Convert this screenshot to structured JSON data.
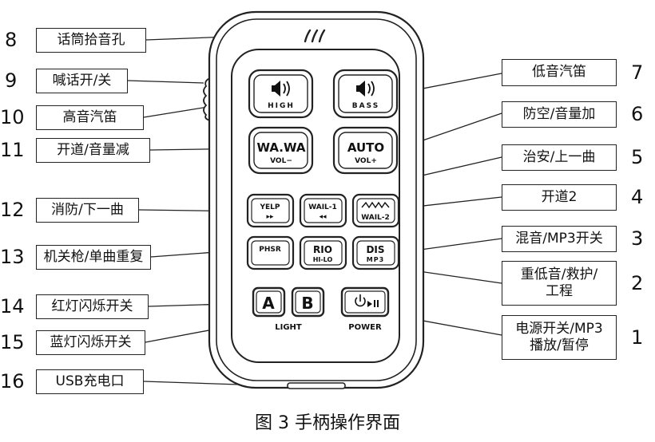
{
  "caption": "图 3 手柄操作界面",
  "device": {
    "buttons": {
      "high": "HIGH",
      "bass": "BASS",
      "wawa_main": "WA.WA",
      "wawa_sub": "VOL−",
      "auto_main": "AUTO",
      "auto_sub": "VOL+",
      "yelp_main": "YELP",
      "yelp_sub": "▸▸",
      "wail1_main": "WAIL-1",
      "wail1_sub": "◂◂",
      "wail2_main": "WAIL-2",
      "phsr": "PHSR",
      "rio_main": "RIO",
      "rio_sub": "HI-LO",
      "dis_main": "DIS",
      "dis_sub": "MP3",
      "a": "A",
      "b": "B"
    },
    "light_label": "LIGHT",
    "power_label": "POWER"
  },
  "callouts": {
    "n1": {
      "num": "1",
      "line1": "电源开关/MP3",
      "line2": "播放/暂停"
    },
    "n2": {
      "num": "2",
      "line1": "重低音/救护/",
      "line2": "工程"
    },
    "n3": {
      "num": "3",
      "label": "混音/MP3开关"
    },
    "n4": {
      "num": "4",
      "label": "开道2"
    },
    "n5": {
      "num": "5",
      "label": "治安/上一曲"
    },
    "n6": {
      "num": "6",
      "label": "防空/音量加"
    },
    "n7": {
      "num": "7",
      "label": "低音汽笛"
    },
    "n8": {
      "num": "8",
      "label": "话筒拾音孔"
    },
    "n9": {
      "num": "9",
      "label": "喊话开/关"
    },
    "n10": {
      "num": "10",
      "label": "高音汽笛"
    },
    "n11": {
      "num": "11",
      "label": "开道/音量减"
    },
    "n12": {
      "num": "12",
      "label": "消防/下一曲"
    },
    "n13": {
      "num": "13",
      "label": "机关枪/单曲重复"
    },
    "n14": {
      "num": "14",
      "label": "红灯闪烁开关"
    },
    "n15": {
      "num": "15",
      "label": "蓝灯闪烁开关"
    },
    "n16": {
      "num": "16",
      "label": "USB充电口"
    }
  }
}
